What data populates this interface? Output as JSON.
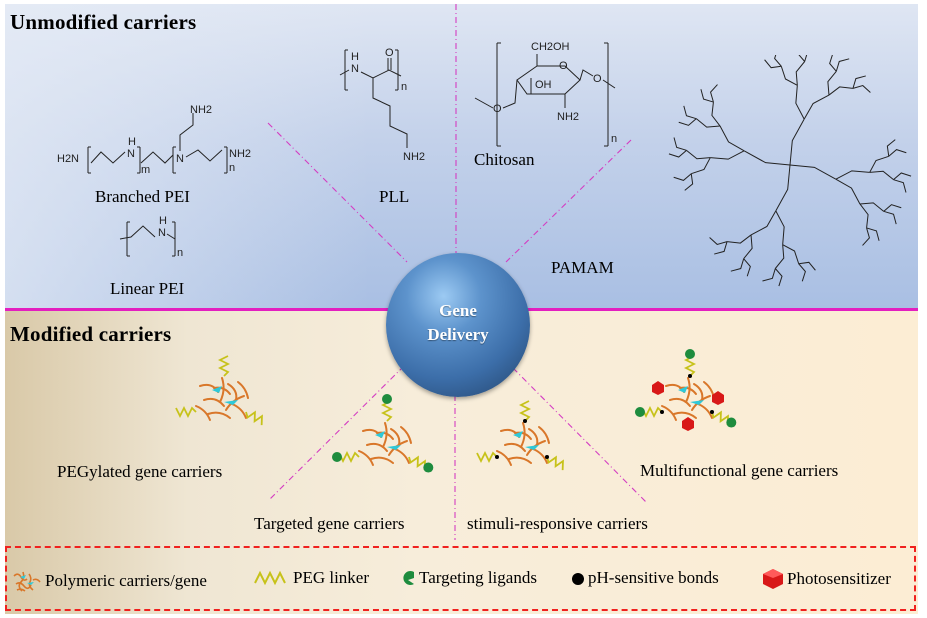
{
  "sections": {
    "top_title": "Unmodified carriers",
    "bottom_title": "Modified carriers"
  },
  "center": {
    "line1": "Gene",
    "line2": "Delivery"
  },
  "unmodified": {
    "branched_pei": {
      "label": "Branched PEI",
      "atoms": {
        "h2n": "H2N",
        "nh": "N",
        "h": "H",
        "m": "m",
        "n_atom": "N",
        "nh2_top": "NH2",
        "nh2_end": "NH2",
        "n_sub": "n"
      }
    },
    "linear_pei": {
      "label": "Linear PEI",
      "atoms": {
        "h": "H",
        "n_atom": "N",
        "n_sub": "n"
      }
    },
    "pll": {
      "label": "PLL",
      "atoms": {
        "h": "H",
        "n_atom": "N",
        "o": "O",
        "nh2": "NH2",
        "n_sub": "n"
      }
    },
    "chitosan": {
      "label": "Chitosan",
      "atoms": {
        "ch2oh": "CH2OH",
        "oh": "OH",
        "o_ring": "O",
        "o_left": "O",
        "o_right": "O",
        "nh2": "NH2",
        "n_sub": "n"
      }
    },
    "pamam": {
      "label": "PAMAM"
    }
  },
  "modified": {
    "pegylated": "PEGylated gene carriers",
    "targeted": "Targeted gene carriers",
    "stimuli": "stimuli-responsive carriers",
    "multifunctional": "Multifunctional gene carriers"
  },
  "legend": {
    "items": [
      {
        "icon": "polymer-gene-icon",
        "label": "Polymeric carriers/gene"
      },
      {
        "icon": "peg-linker-icon",
        "label": "PEG linker"
      },
      {
        "icon": "targeting-ligand-icon",
        "label": "Targeting ligands"
      },
      {
        "icon": "ph-bond-icon",
        "label": "pH-sensitive bonds"
      },
      {
        "icon": "photosensitizer-icon",
        "label": "Photosensitizer"
      }
    ]
  },
  "colors": {
    "divider": "#e31fbf",
    "legend_border": "#f0211e",
    "polymer": "#d9772a",
    "gene": "#2ec8d8",
    "peg": "#c7c21a",
    "ligand": "#1e8c3e",
    "photosensitizer": "#d81818"
  }
}
